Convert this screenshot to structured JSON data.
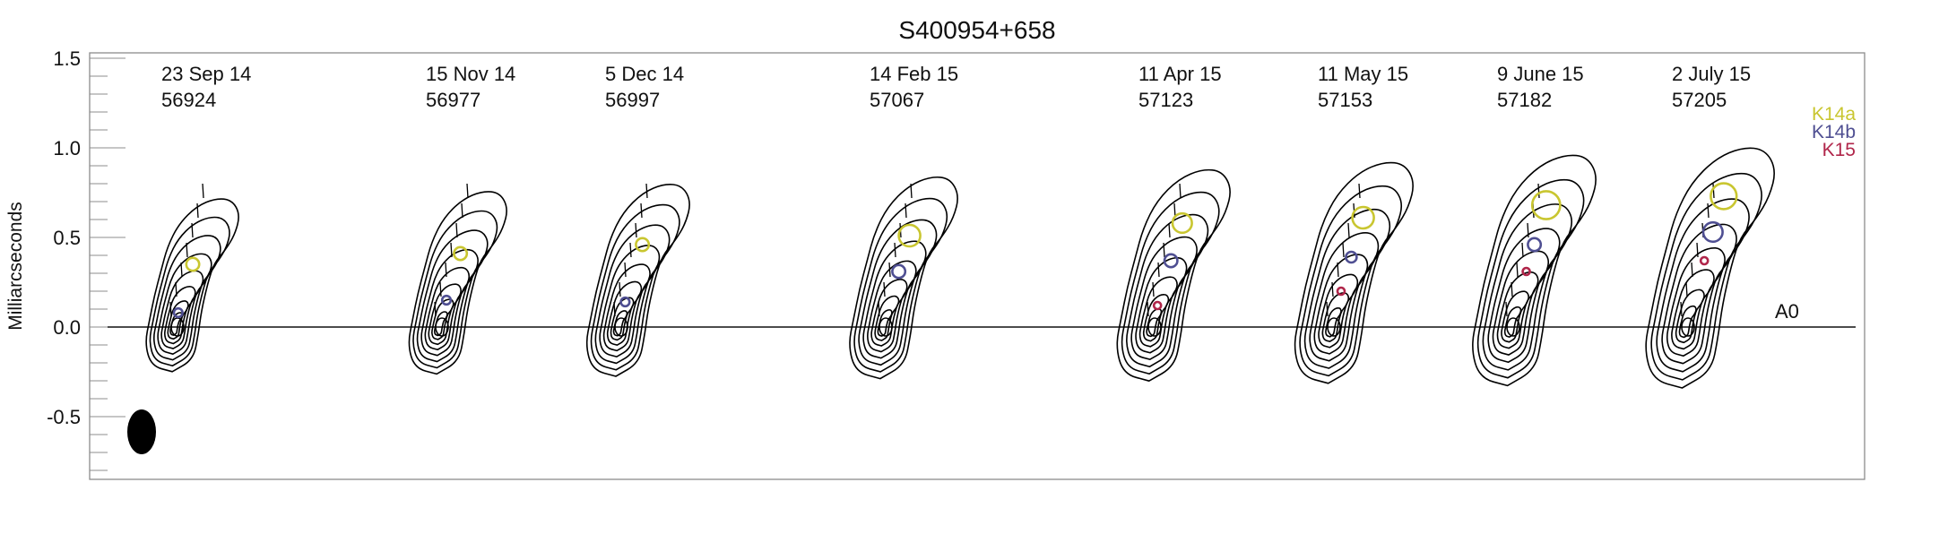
{
  "chart_data": {
    "type": "contour",
    "title": "S400954+658",
    "ylabel": "Milliarcseconds",
    "ylim": [
      -0.85,
      1.52
    ],
    "yticks": [
      1.5,
      1.0,
      0.5,
      0.0,
      -0.5
    ],
    "ytick_labels": [
      "1.5",
      "1.0",
      "0.5",
      "0.0",
      "-0.5"
    ],
    "grid": false,
    "legend_position": "top-right",
    "reference_line": {
      "y": 0.0,
      "label": "A0"
    },
    "components": [
      {
        "name": "K14a",
        "color": "#c9c630"
      },
      {
        "name": "K14b",
        "color": "#4f4f92"
      },
      {
        "name": "K15",
        "color": "#b0264a"
      }
    ],
    "epochs": [
      {
        "date": "23 Sep 14",
        "mjd": "56924",
        "k14a": [
          0.35,
          0.06
        ],
        "k14b": [
          0.08,
          0.04
        ],
        "k15": null
      },
      {
        "date": "15 Nov 14",
        "mjd": "56977",
        "k14a": [
          0.41,
          0.06
        ],
        "k14b": [
          0.15,
          0.04
        ],
        "k15": null
      },
      {
        "date": "5 Dec 14",
        "mjd": "56997",
        "k14a": [
          0.46,
          0.06
        ],
        "k14b": [
          0.14,
          0.04
        ],
        "k15": null
      },
      {
        "date": "14 Feb 15",
        "mjd": "57067",
        "k14a": [
          0.51,
          0.1
        ],
        "k14b": [
          0.31,
          0.06
        ],
        "k15": null
      },
      {
        "date": "11 Apr 15",
        "mjd": "57123",
        "k14a": [
          0.58,
          0.09
        ],
        "k14b": [
          0.37,
          0.06
        ],
        "k15": [
          0.12,
          0.02
        ]
      },
      {
        "date": "11 May 15",
        "mjd": "57153",
        "k14a": [
          0.61,
          0.1
        ],
        "k14b": [
          0.39,
          0.05
        ],
        "k15": [
          0.2,
          0.02
        ]
      },
      {
        "date": "9 June 15",
        "mjd": "57182",
        "k14a": [
          0.68,
          0.13
        ],
        "k14b": [
          0.46,
          0.06
        ],
        "k15": [
          0.31,
          0.02
        ]
      },
      {
        "date": "2 July 15",
        "mjd": "57205",
        "k14a": [
          0.73,
          0.12
        ],
        "k14b": [
          0.53,
          0.09
        ],
        "k15": [
          0.37,
          0.02
        ]
      }
    ]
  }
}
